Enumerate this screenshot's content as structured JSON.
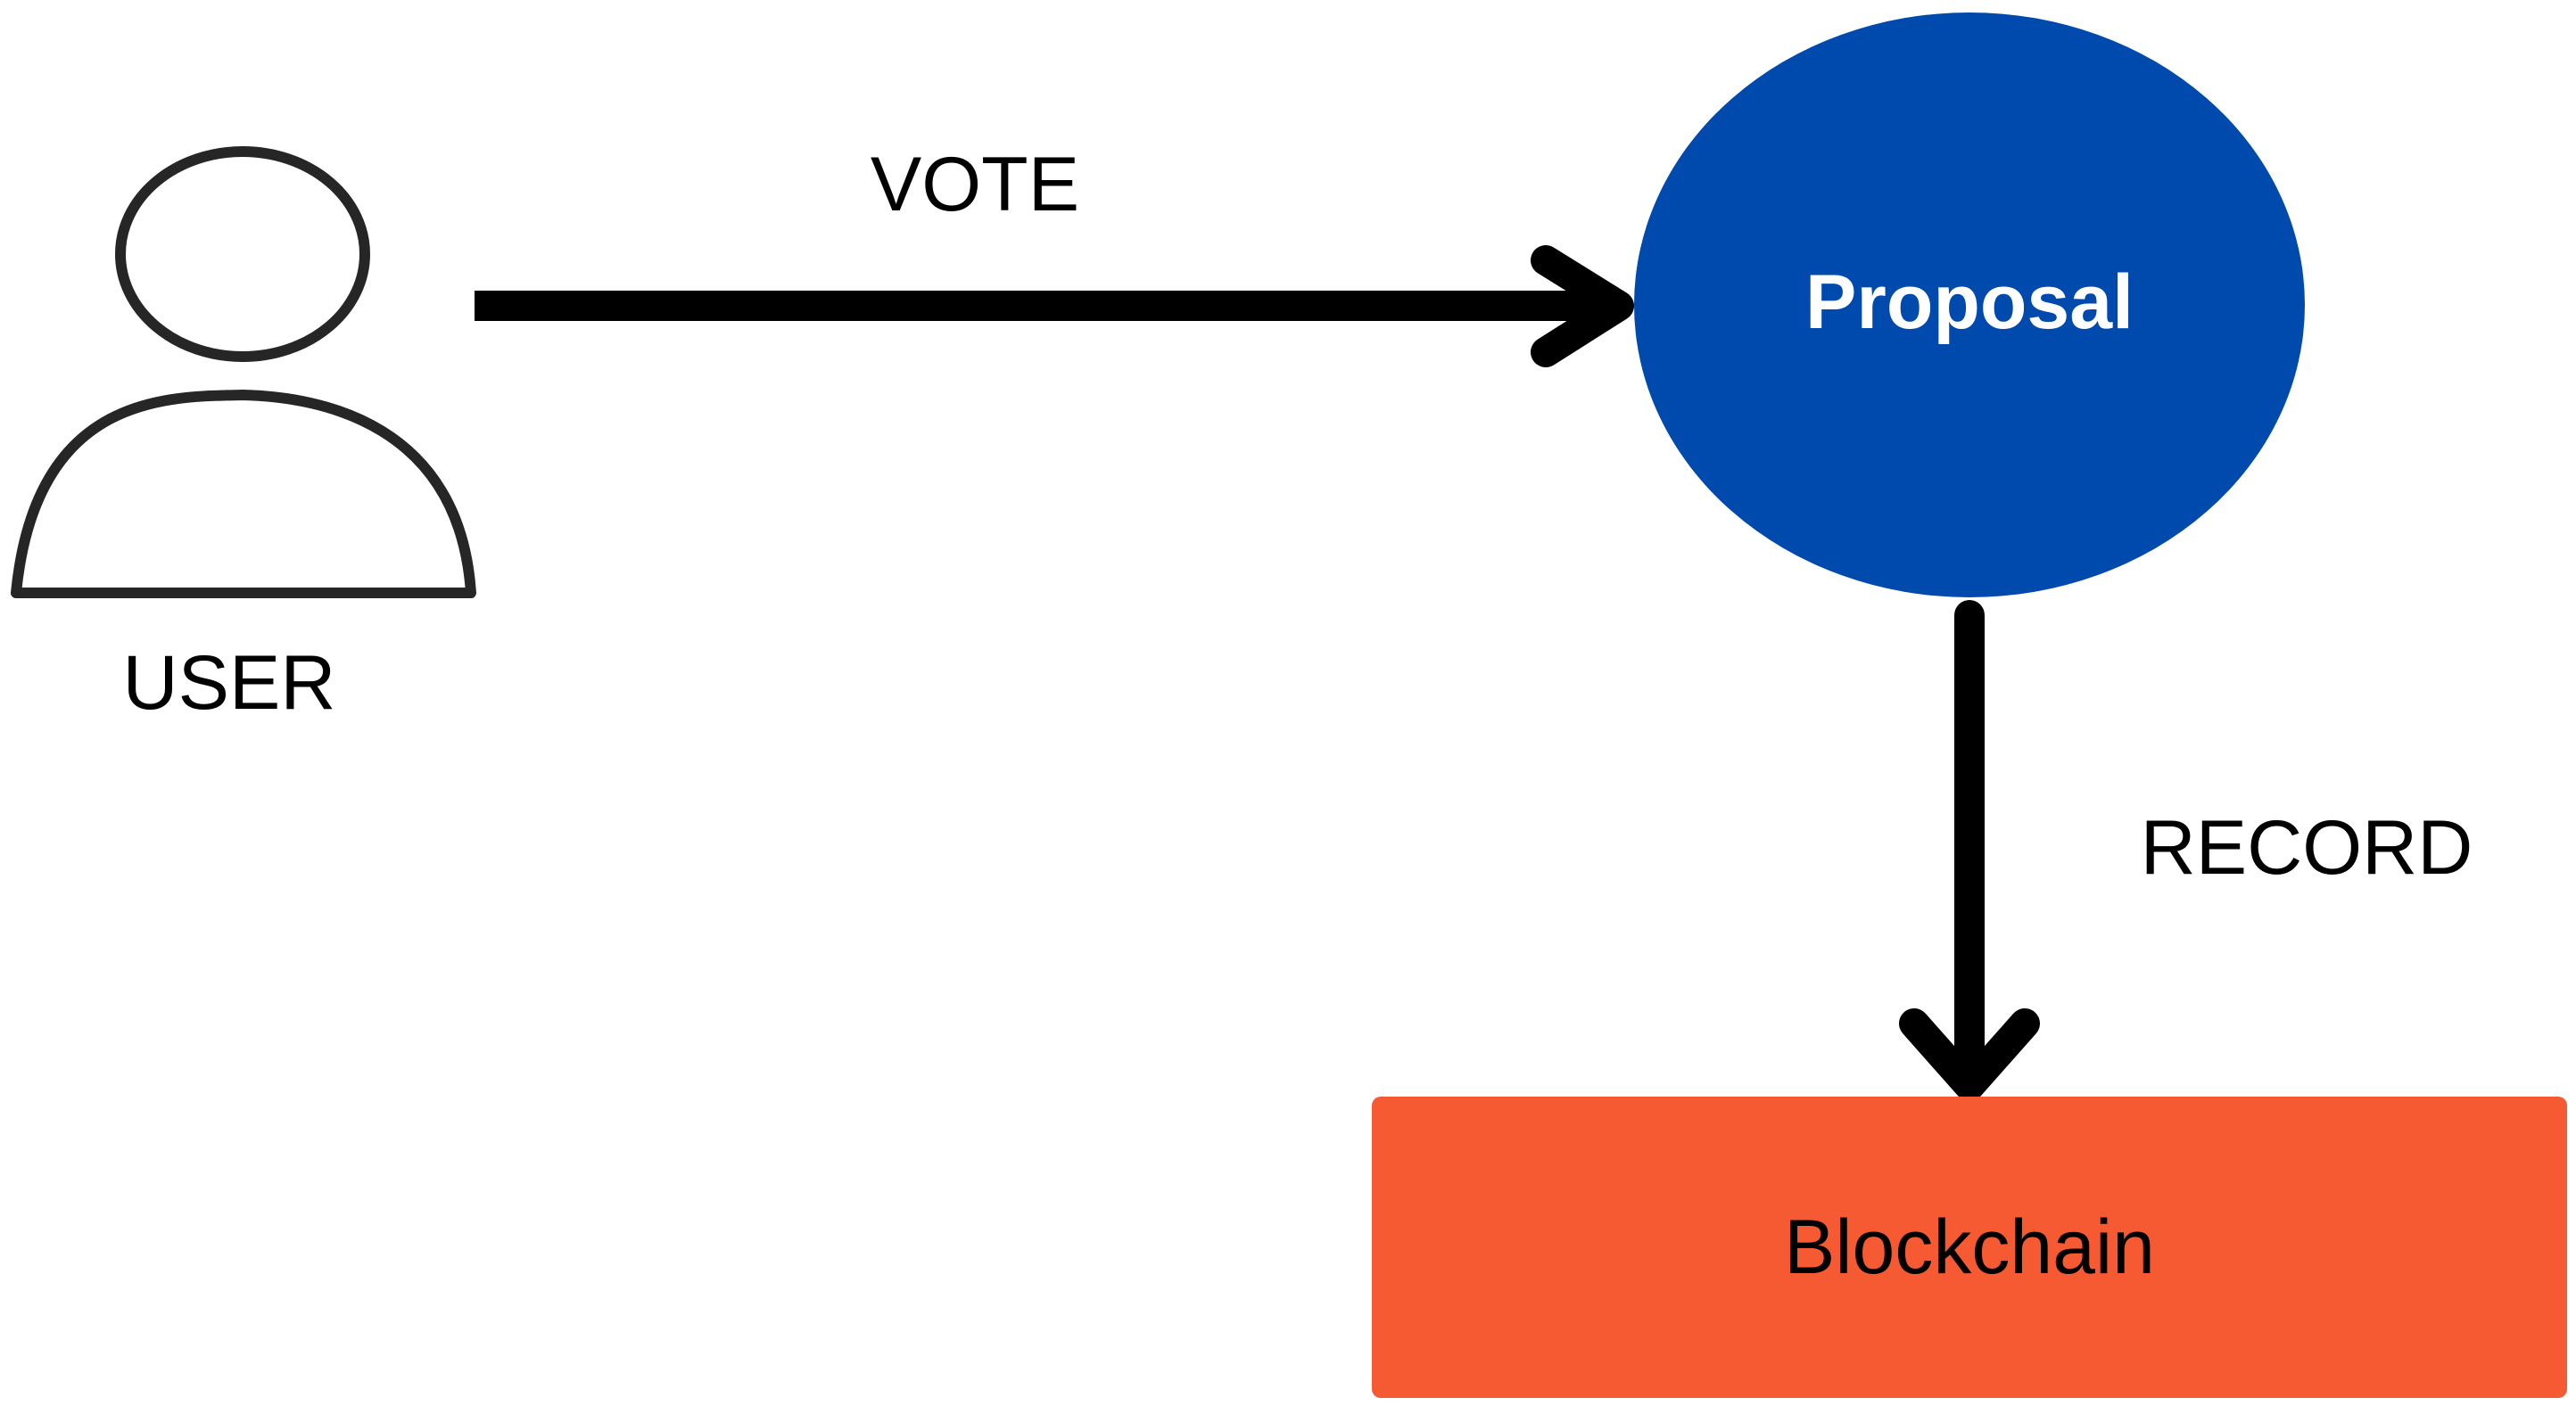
{
  "nodes": {
    "user": {
      "label": "USER"
    },
    "proposal": {
      "label": "Proposal",
      "fill": "#004AAD",
      "text_color": "#FFFFFF"
    },
    "blockchain": {
      "label": "Blockchain",
      "fill": "#F55A33",
      "text_color": "#000000"
    }
  },
  "edges": {
    "vote": {
      "label": "VOTE",
      "from": "USER",
      "to": "Proposal"
    },
    "record": {
      "label": "RECORD",
      "from": "Proposal",
      "to": "Blockchain"
    }
  },
  "colors": {
    "background": "#FFFFFF",
    "stroke": "#000000",
    "icon_stroke": "#262626"
  }
}
